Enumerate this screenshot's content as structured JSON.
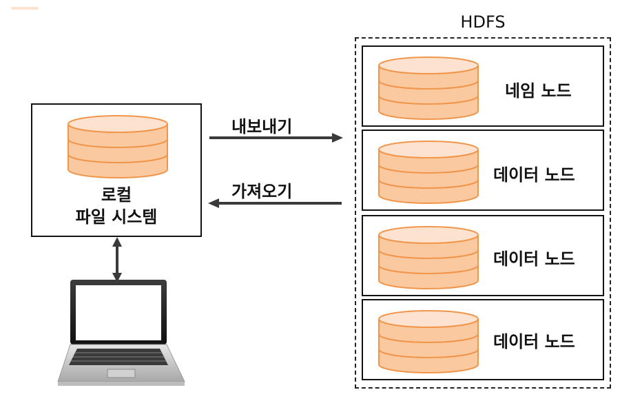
{
  "colors": {
    "db_fill": "#fbc9a0",
    "db_stroke": "#f0954a",
    "line": "#3a3a3a"
  },
  "local": {
    "label_line1": "로컬",
    "label_line2": "파일 시스템",
    "db_icon": "database-icon"
  },
  "arrows": {
    "export_label": "내보내기",
    "import_label": "가져오기"
  },
  "hdfs": {
    "title": "HDFS",
    "nodes": [
      {
        "label": "네임 노드"
      },
      {
        "label": "데이터 노드"
      },
      {
        "label": "데이터 노드"
      },
      {
        "label": "데이터 노드"
      }
    ]
  },
  "laptop": {
    "icon": "laptop-icon"
  }
}
